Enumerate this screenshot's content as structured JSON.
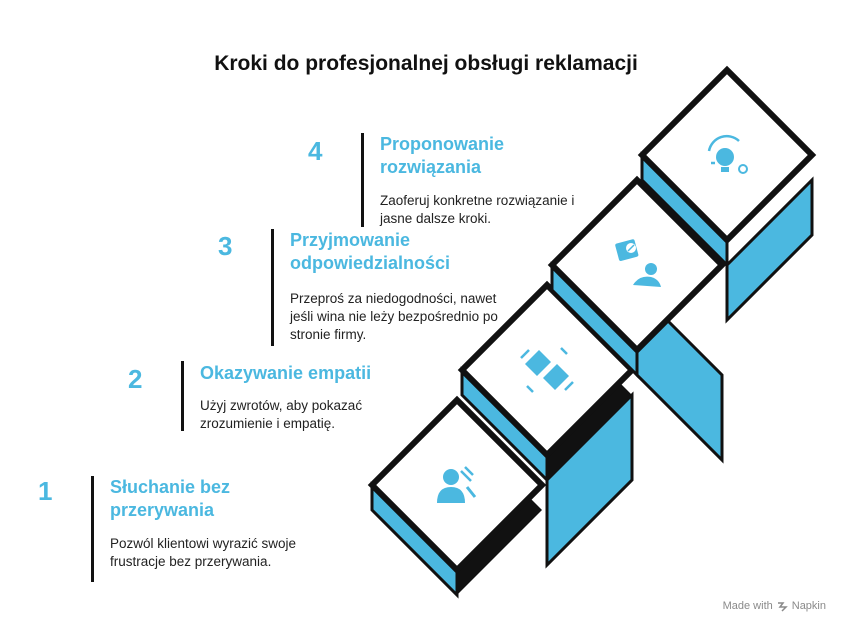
{
  "title": "Kroki do profesjonalnej obsługi reklamacji",
  "steps": [
    {
      "number": "1",
      "heading_line1": "Słuchanie bez",
      "heading_line2": "przerywania",
      "desc_line1": "Pozwól klientowi wyrazić swoje",
      "desc_line2": "frustracje bez przerywania.",
      "desc_line3": ""
    },
    {
      "number": "2",
      "heading_line1": "Okazywanie empatii",
      "heading_line2": "",
      "desc_line1": "Użyj zwrotów, aby pokazać",
      "desc_line2": "zrozumienie i empatię.",
      "desc_line3": ""
    },
    {
      "number": "3",
      "heading_line1": "Przyjmowanie",
      "heading_line2": "odpowiedzialności",
      "desc_line1": "Przeproś za niedogodności, nawet",
      "desc_line2": "jeśli wina nie leży bezpośrednio po",
      "desc_line3": "stronie firmy."
    },
    {
      "number": "4",
      "heading_line1": "Proponowanie",
      "heading_line2": "rozwiązania",
      "desc_line1": "Zaoferuj konkretne rozwiązanie i",
      "desc_line2": "jasne dalsze kroki.",
      "desc_line3": ""
    }
  ],
  "icons": [
    "listening-person-icon",
    "handshake-icon",
    "apology-sign-icon",
    "lightbulb-idea-icon"
  ],
  "colors": {
    "accent": "#4bb8e0",
    "outline": "#111111"
  },
  "footer": {
    "made_with": "Made with",
    "brand": "Napkin"
  }
}
